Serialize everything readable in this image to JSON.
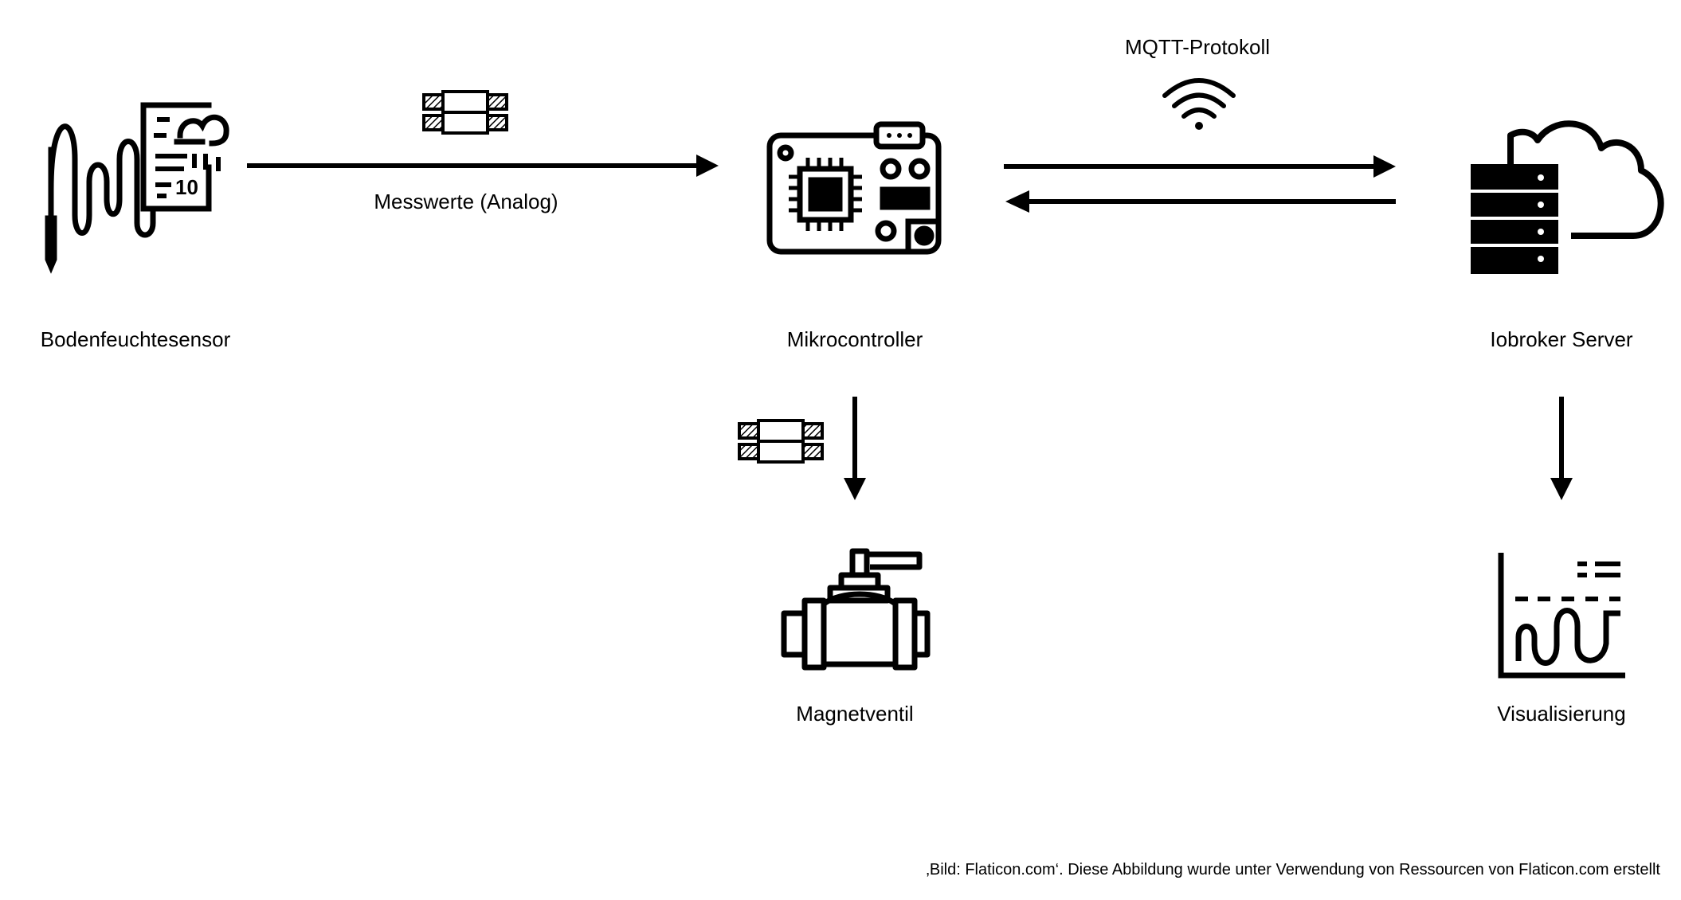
{
  "nodes": {
    "sensor": {
      "label": "Bodenfeuchtesensor",
      "icon": "soil-moisture-sensor-icon"
    },
    "microcontroller": {
      "label": "Mikrocontroller",
      "icon": "microcontroller-board-icon"
    },
    "server": {
      "label": "Iobroker Server",
      "icon": "cloud-server-icon"
    },
    "valve": {
      "label": "Magnetventil",
      "icon": "valve-icon"
    },
    "visualization": {
      "label": "Visualisierung",
      "icon": "chart-visualization-icon"
    }
  },
  "edges": {
    "sensor_to_mc": {
      "label": "Messwerte (Analog)",
      "icon": "wire-connector-icon"
    },
    "mc_to_server": {
      "label": "MQTT-Protokoll",
      "icon": "wifi-icon"
    },
    "mc_to_valve": {
      "label": "",
      "icon": "wire-connector-icon"
    }
  },
  "credit": "‚Bild: Flaticon.com‘. Diese Abbildung wurde unter Verwendung von Ressourcen von Flaticon.com erstellt",
  "colors": {
    "stroke": "#000000",
    "background": "#ffffff"
  }
}
